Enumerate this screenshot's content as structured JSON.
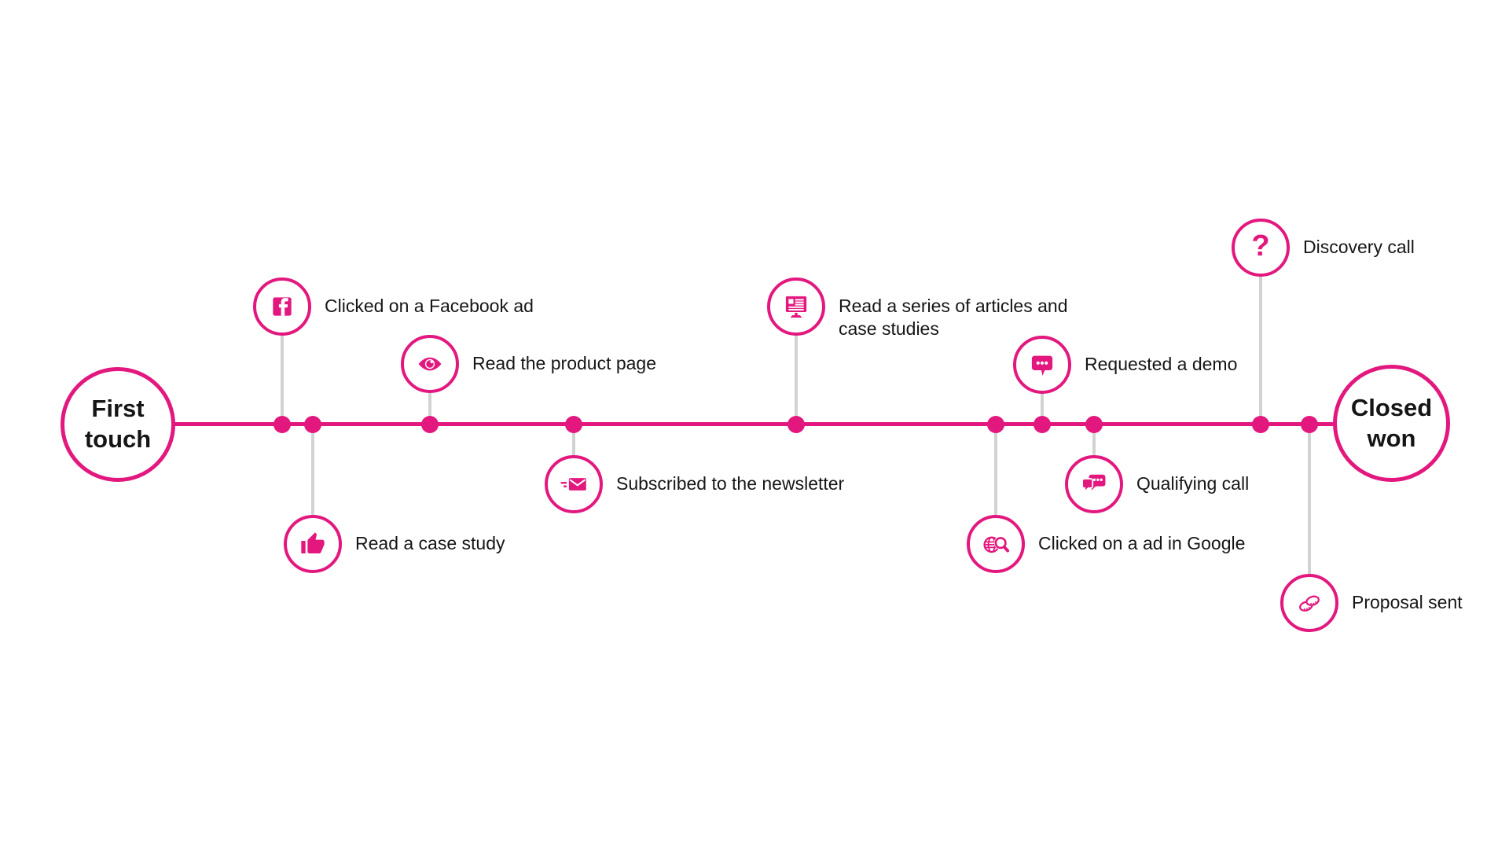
{
  "colors": {
    "accent": "#e3187f",
    "connector": "#d2d2d2",
    "text": "#161616"
  },
  "timeline": {
    "start_label": "First touch",
    "end_label": "Closed won"
  },
  "events": [
    {
      "label": "Clicked on a Facebook ad",
      "icon": "facebook-icon",
      "position": "above"
    },
    {
      "label": "Read a case study",
      "icon": "thumbs-up-icon",
      "position": "below"
    },
    {
      "label": "Read the product page",
      "icon": "eye-icon",
      "position": "above"
    },
    {
      "label": "Subscribed to the newsletter",
      "icon": "send-mail-icon",
      "position": "below"
    },
    {
      "label": "Read a series of articles and case studies",
      "icon": "monitor-article-icon",
      "position": "above"
    },
    {
      "label": "Clicked on a ad in Google",
      "icon": "globe-search-icon",
      "position": "below"
    },
    {
      "label": "Requested a demo",
      "icon": "chat-bubble-icon",
      "position": "above"
    },
    {
      "label": "Qualifying call",
      "icon": "chat-bubbles-icon",
      "position": "below"
    },
    {
      "label": "Discovery call",
      "icon": "question-mark-icon",
      "position": "above"
    },
    {
      "label": "Proposal sent",
      "icon": "coins-icon",
      "position": "below"
    }
  ]
}
